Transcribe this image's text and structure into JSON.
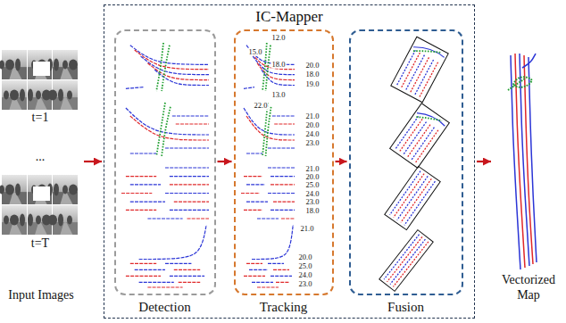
{
  "diagram": {
    "nodes": [
      {
        "text": [
          "Input Images"
        ]
      },
      {
        "text": [
          "IC-Mapper"
        ]
      },
      {
        "text": [
          "Detection"
        ],
        "in": 1
      },
      {
        "text": [
          "Tracking"
        ],
        "in": 1
      },
      {
        "text": [
          "Fusion"
        ],
        "in": 1
      },
      {
        "text": [
          "Vectorized Map"
        ]
      }
    ],
    "edges": [
      {
        "from": 0,
        "to": 1,
        "arrow": "to"
      },
      {
        "from": 2,
        "to": 3,
        "arrow": "to"
      },
      {
        "from": 3,
        "to": 4,
        "arrow": "to"
      },
      {
        "from": 1,
        "to": 5,
        "arrow": "to"
      }
    ],
    "labels": [
      "t=1",
      "...",
      "t=T",
      "12.0",
      "15.0",
      "18.0",
      "20.0",
      "13.0",
      "18.0",
      "19.0",
      "22.0",
      "21.0",
      "20.0",
      "24.0",
      "23.0",
      "21.0",
      "20.0",
      "25.0",
      "24.0",
      "23.0",
      "18.0",
      "21.0",
      "20.0",
      "25.0",
      "24.0",
      "23.0"
    ]
  }
}
